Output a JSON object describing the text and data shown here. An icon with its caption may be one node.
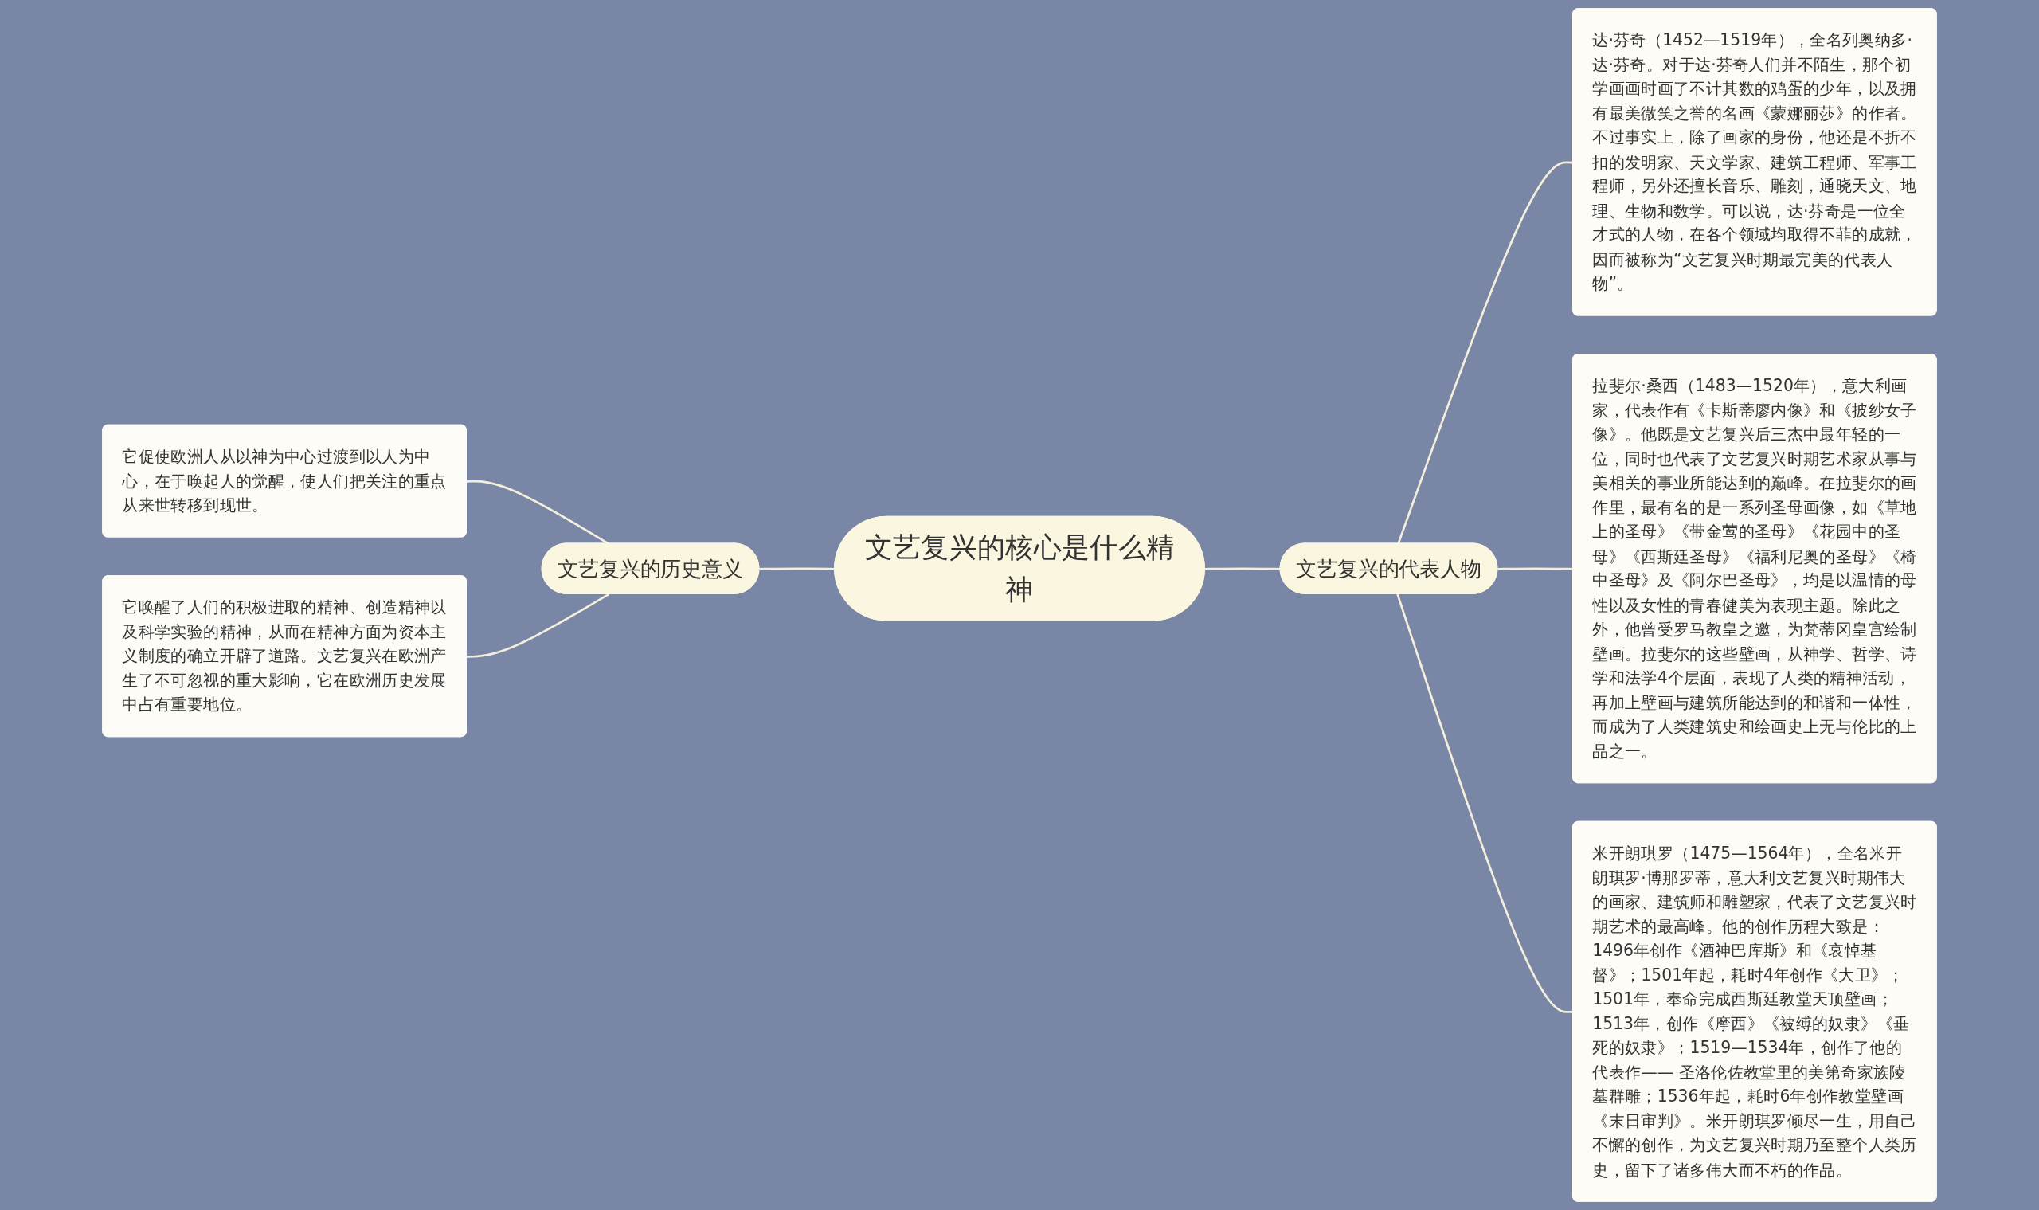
{
  "diagram": {
    "nodes": [
      {
        "text": [
          "文艺复兴的核心是什么精神"
        ]
      },
      {
        "text": [
          "文艺复兴的历史意义"
        ]
      },
      {
        "text": [
          "它促使欧洲人从以神为中心过渡到以人为中心，在于唤起人的觉醒，使人们把关注的重点从来世转移到现世。"
        ]
      },
      {
        "text": [
          "它唤醒了人们的积极进取的精神、创造精神以及科学实验的精神，从而在精神方面为资本主义制度的确立开辟了道路。文艺复兴在欧洲产生了不可忽视的重大影响，它在欧洲历史发展中占有重要地位。"
        ]
      },
      {
        "text": [
          "文艺复兴的代表人物"
        ]
      },
      {
        "text": [
          "达·芬奇（1452—1519年），全名列奥纳多·达·芬奇。对于达·芬奇人们并不陌生，那个初学画画时画了不计其数的鸡蛋的少年，以及拥有最美微笑之誉的名画《蒙娜丽莎》的作者。不过事实上，除了画家的身份，他还是不折不扣的发明家、天文学家、建筑工程师、军事工程师，另外还擅长音乐、雕刻，通晓天文、地理、生物和数学。可以说，达·芬奇是一位全才式的人物，在各个领域均取得不菲的成就，因而被称为“文艺复兴时期最完美的代表人物”。"
        ]
      },
      {
        "text": [
          "拉斐尔·桑西（1483—1520年），意大利画家，代表作有《卡斯蒂廖内像》和《披纱女子像》。他既是文艺复兴后三杰中最年轻的一位，同时也代表了文艺复兴时期艺术家从事与美相关的事业所能达到的巅峰。在拉斐尔的画作里，最有名的是一系列圣母画像，如《草地上的圣母》《带金莺的圣母》《花园中的圣母》《西斯廷圣母》《福利尼奥的圣母》《椅中圣母》及《阿尔巴圣母》，均是以温情的母性以及女性的青春健美为表现主题。除此之外，他曾受罗马教皇之邀，为梵蒂冈皇宫绘制壁画。拉斐尔的这些壁画，从神学、哲学、诗学和法学4个层面，表现了人类的精神活动，再加上壁画与建筑所能达到的和谐和一体性，而成为了人类建筑史和绘画史上无与伦比的上品之一。"
        ]
      },
      {
        "text": [
          "米开朗琪罗（1475—1564年），全名米开朗琪罗·博那罗蒂，意大利文艺复兴时期伟大的画家、建筑师和雕塑家，代表了文艺复兴时期艺术的最高峰。他的创作历程大致是：1496年创作《酒神巴库斯》和《哀悼基督》；1501年起，耗时4年创作《大卫》；1501年，奉命完成西斯廷教堂天顶壁画；1513年，创作《摩西》《被缚的奴隶》《垂死的奴隶》；1519—1534年，创作了他的代表作—— 圣洛伦佐教堂里的美第奇家族陵墓群雕；1536年起，耗时6年创作教堂壁画《末日审判》。米开朗琪罗倾尽一生，用自己不懈的创作，为文艺复兴时期乃至整个人类历史，留下了诸多伟大而不朽的作品。"
        ]
      }
    ],
    "edges": [
      {
        "from": 2,
        "to": 1,
        "arrow": "none"
      },
      {
        "from": 3,
        "to": 1,
        "arrow": "none"
      },
      {
        "from": 1,
        "to": 0,
        "arrow": "none"
      },
      {
        "from": 0,
        "to": 4,
        "arrow": "none"
      },
      {
        "from": 4,
        "to": 5,
        "arrow": "none"
      },
      {
        "from": 4,
        "to": 6,
        "arrow": "none"
      },
      {
        "from": 4,
        "to": 7,
        "arrow": "none"
      }
    ]
  }
}
